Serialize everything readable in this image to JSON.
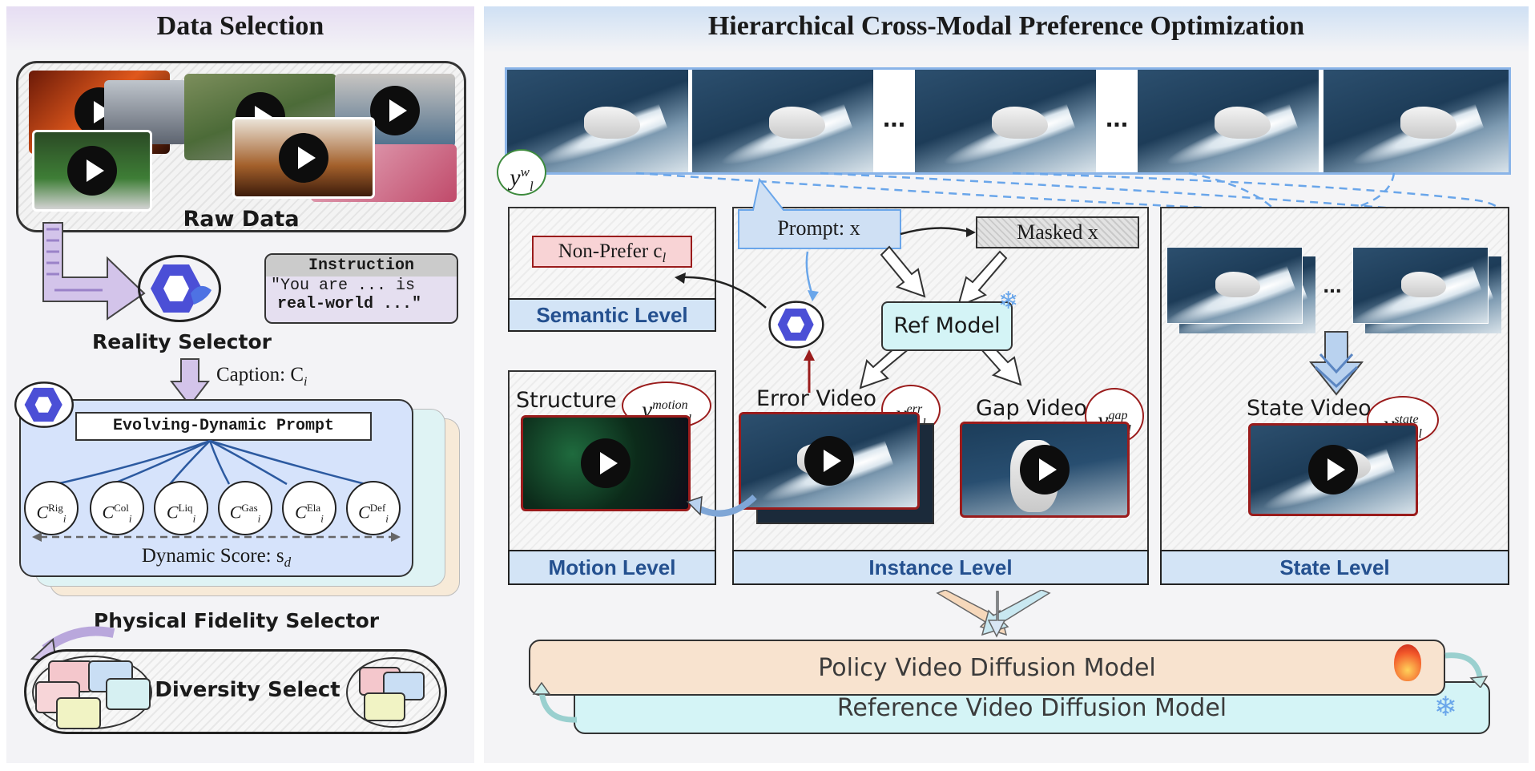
{
  "left": {
    "title": "Data Selection",
    "raw_data": "Raw Data",
    "instruction_title": "Instruction",
    "instruction_line1": "\"You are ... is",
    "instruction_line2": "real-world ...\"",
    "reality_selector": "Reality Selector",
    "caption_label": "Caption: C",
    "caption_sub": "i",
    "prompt_label": "Evolving-Dynamic Prompt",
    "categories": [
      "Rig",
      "Col",
      "Liq",
      "Gas",
      "Ela",
      "Def"
    ],
    "c_letter": "C",
    "c_sub": "i",
    "dynamic_score": "Dynamic Score: s",
    "dynamic_sub": "d",
    "physical_fidelity_selector": "Physical Fidelity Selector",
    "diversity_select": "Diversity Select"
  },
  "right": {
    "title": "Hierarchical Cross-Modal Preference Optimization",
    "ellipsis": "...",
    "y_w_base": "y",
    "y_w_sup": "w",
    "y_w_sub": "l",
    "non_prefer": "Non-Prefer c",
    "non_prefer_sub": "l",
    "semantic_level": "Semantic Level",
    "prompt": "Prompt: x",
    "masked": "Masked x",
    "ref_model": "Ref Model",
    "structure": "Structure",
    "y_motion_sup": "motion",
    "error_video": "Error Video",
    "y_err_sup": "err",
    "gap_video": "Gap Video",
    "y_gap_sup": "gap",
    "state_video": "State Video",
    "y_state_sup": "state",
    "y_sub": "l",
    "motion_level": "Motion Level",
    "instance_level": "Instance Level",
    "state_level": "State Level",
    "state_ellipsis": "...",
    "policy_model": "Policy Video Diffusion Model",
    "reference_model": "Reference Video Diffusion Model"
  },
  "colors": {
    "accent_blue": "#24508f",
    "level_fill": "#d3e4f6",
    "policy_fill": "#f8e3cf",
    "reference_fill": "#d4f4f6",
    "error_border": "#9a1c1c"
  }
}
